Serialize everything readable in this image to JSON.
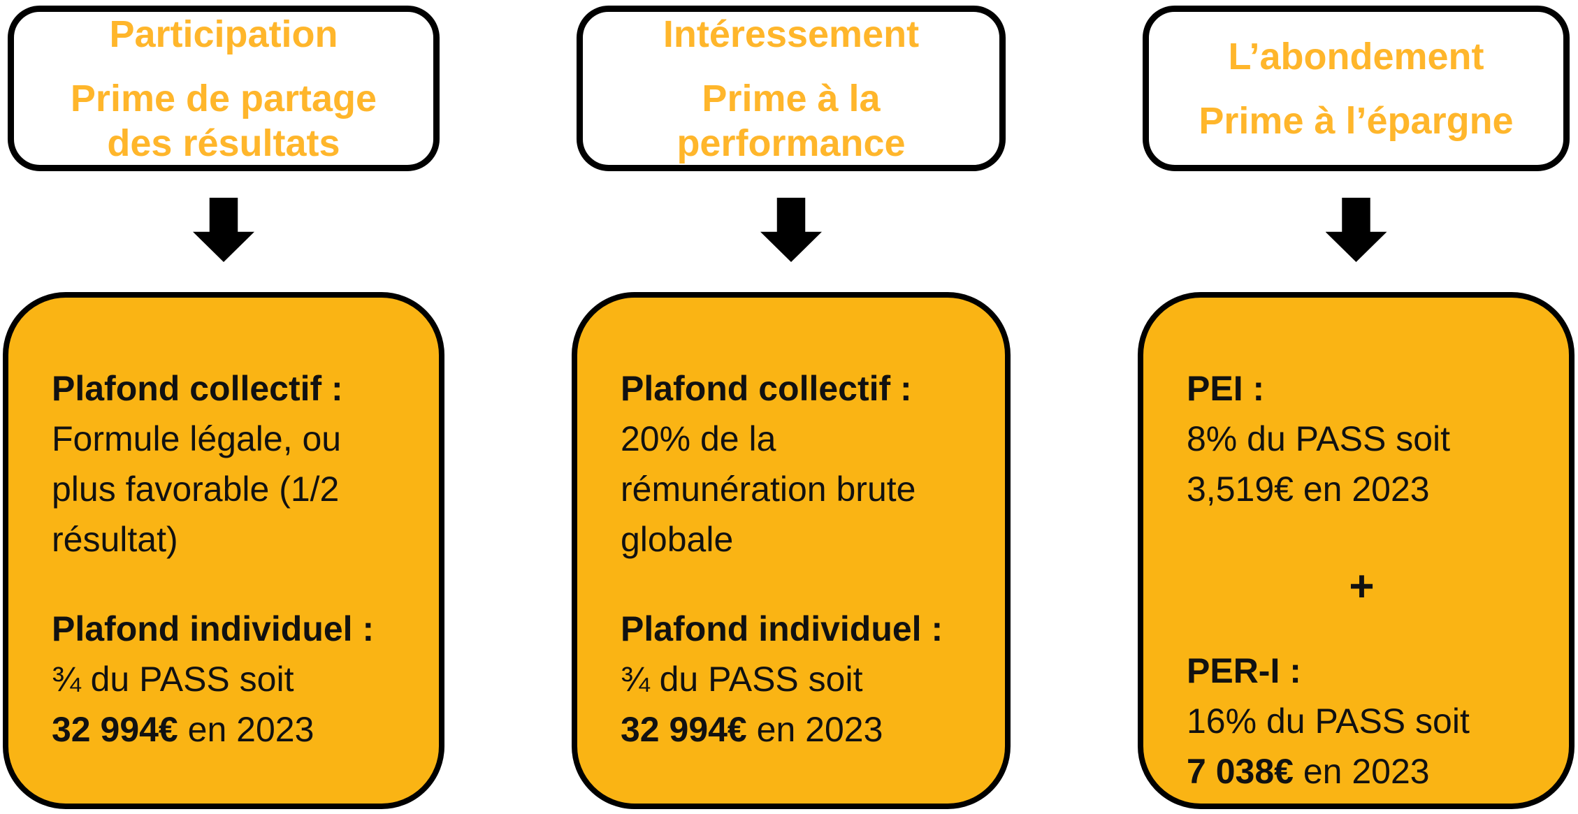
{
  "colors": {
    "header_text_orange": "#FFB62B",
    "box_fill_orange": "#FAB414",
    "outline_black": "#000000",
    "body_text": "#111111",
    "background": "#FFFFFF"
  },
  "columns": [
    {
      "header": {
        "title": "Participation",
        "subtitle": "Prime de partage\ndes résultats"
      },
      "arrow_icon": "down-block-arrow",
      "body": {
        "section_a": {
          "heading": "Plafond collectif :",
          "text": "Formule légale, ou\nplus favorable (1/2\nrésultat)"
        },
        "section_b": {
          "heading": "Plafond individuel :",
          "line": "¾ du PASS soit",
          "amount": "32 994€",
          "amount_suffix": " en 2023"
        }
      }
    },
    {
      "header": {
        "title": "Intéressement",
        "subtitle": "Prime à la performance"
      },
      "arrow_icon": "down-block-arrow",
      "body": {
        "section_a": {
          "heading": "Plafond collectif :",
          "text": "20% de la\nrémunération brute\nglobale"
        },
        "section_b": {
          "heading": "Plafond individuel :",
          "line": "¾ du PASS soit",
          "amount": "32 994€",
          "amount_suffix": " en 2023"
        }
      }
    },
    {
      "header": {
        "title": "L’abondement",
        "subtitle": "Prime à l’épargne"
      },
      "arrow_icon": "down-block-arrow",
      "body": {
        "section_a": {
          "heading": "PEI :",
          "text": "8% du PASS soit\n3,519€ en 2023"
        },
        "plus": "+",
        "section_b": {
          "heading": "PER-I :",
          "line": "16% du PASS soit",
          "amount": "7 038€",
          "amount_suffix": " en 2023"
        }
      }
    }
  ]
}
